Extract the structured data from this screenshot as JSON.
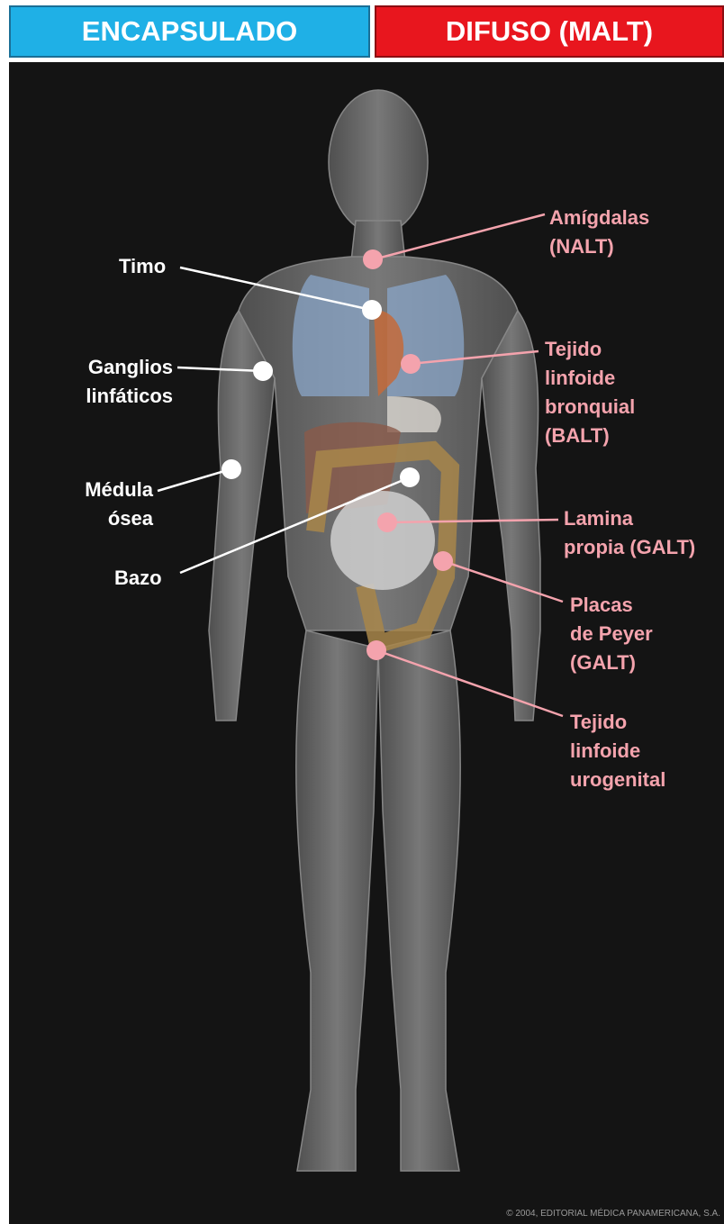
{
  "header": {
    "left": "ENCAPSULADO",
    "right": "DIFUSO (MALT)"
  },
  "labels_encapsulated": {
    "timo": "Timo",
    "ganglios_1": "Ganglios",
    "ganglios_2": "linfáticos",
    "medula_1": "Médula",
    "medula_2": "ósea",
    "bazo": "Bazo"
  },
  "labels_diffuse": {
    "amigdalas_1": "Amígdalas",
    "amigdalas_2": "(NALT)",
    "bronquial_1": "Tejido",
    "bronquial_2": "linfoide",
    "bronquial_3": "bronquial",
    "bronquial_4": "(BALT)",
    "lamina_1": "Lamina",
    "lamina_2": "propia (GALT)",
    "peyer_1": "Placas",
    "peyer_2": "de Peyer",
    "peyer_3": "(GALT)",
    "uro_1": "Tejido",
    "uro_2": "linfoide",
    "uro_3": "urogenital"
  },
  "copyright": "© 2004, EDITORIAL MÉDICA PANAMERICANA, S.A.",
  "colors": {
    "encapsulated": "#1fb0e6",
    "diffuse": "#e8161e",
    "marker_white": "#ffffff",
    "marker_pink": "#f4a3ad",
    "background": "#141414"
  }
}
